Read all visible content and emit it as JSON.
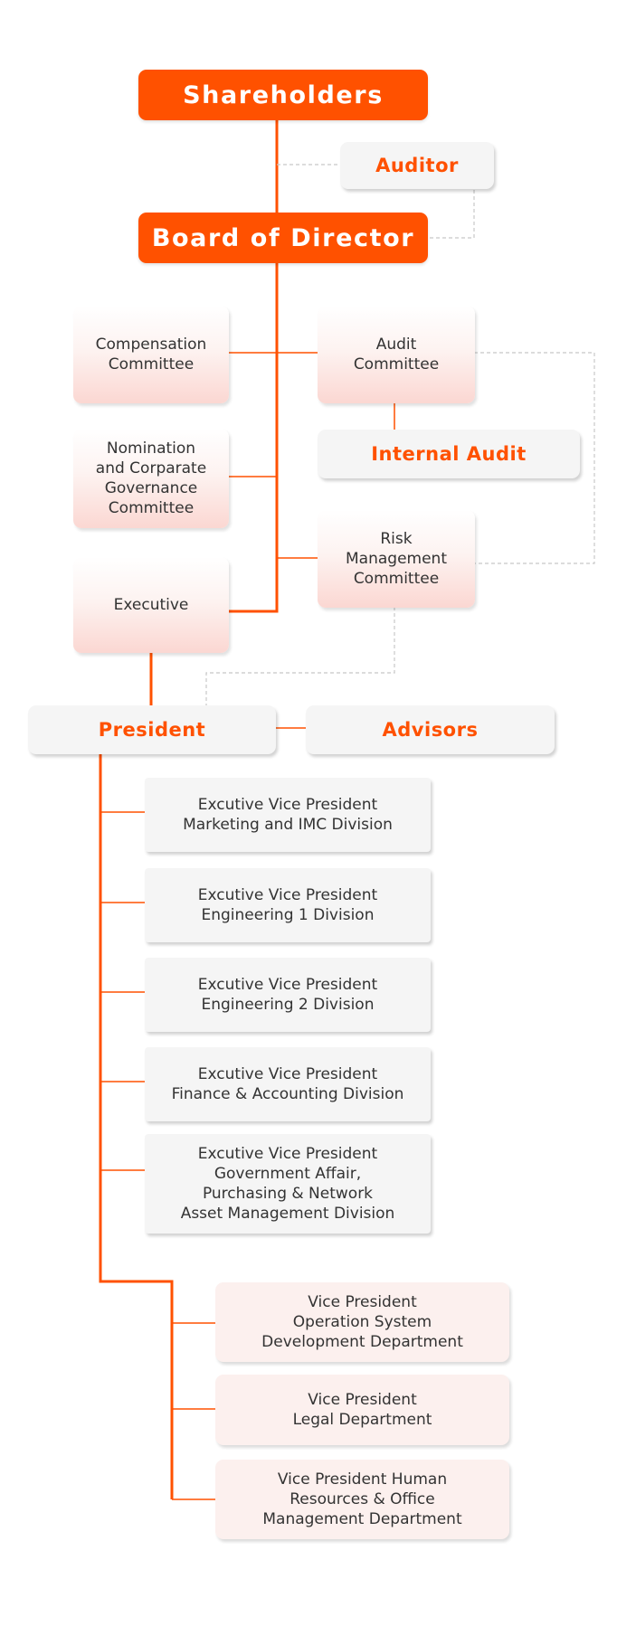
{
  "colors": {
    "accent": "#ff5100",
    "box_grey": "#f5f5f5",
    "box_pink": "#fcf0ee",
    "text": "#333333",
    "dotted": "#c8c8c8"
  },
  "top": {
    "shareholders": "Shareholders",
    "auditor": "Auditor",
    "board": "Board of Director"
  },
  "committees": {
    "compensation": [
      "Compensation",
      "Committee"
    ],
    "audit": [
      "Audit",
      "Committee"
    ],
    "internal_audit": "Internal Audit",
    "nomination": [
      "Nomination",
      "and Corparate",
      "Governance",
      "Committee"
    ],
    "risk": [
      "Risk",
      "Management",
      "Committee"
    ],
    "executive": "Executive"
  },
  "president": "President",
  "advisors": "Advisors",
  "evp_divisions": [
    [
      "Excutive Vice President",
      "Marketing and IMC Division"
    ],
    [
      "Excutive Vice President",
      "Engineering 1 Division"
    ],
    [
      "Excutive Vice President",
      "Engineering 2 Division"
    ],
    [
      "Excutive Vice President",
      "Finance & Accounting Division"
    ],
    [
      "Excutive Vice President",
      "Government Affair,",
      "Purchasing & Network",
      "Asset Management Division"
    ]
  ],
  "vp_departments": [
    [
      "Vice President",
      "Operation System",
      "Development Department"
    ],
    [
      "Vice President",
      "Legal Department"
    ],
    [
      "Vice President Human",
      "Resources & Office",
      "Management Department"
    ]
  ]
}
